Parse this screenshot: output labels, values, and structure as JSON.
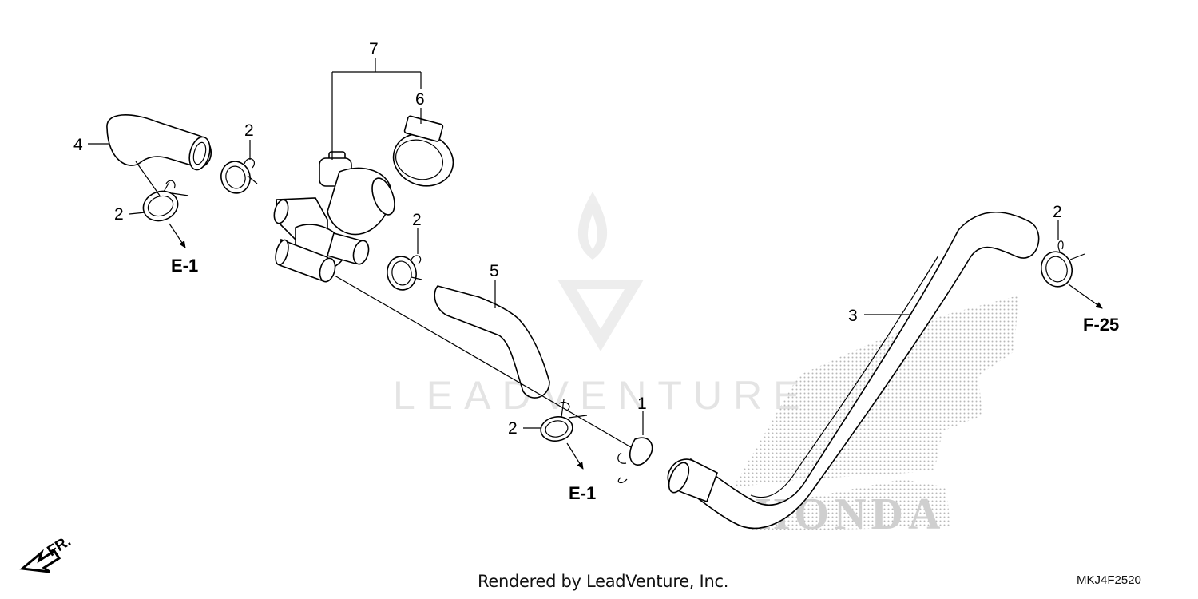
{
  "watermark": {
    "text": "LEADVENTURE"
  },
  "brand_logo": {
    "text": "HONDA"
  },
  "callouts": {
    "p1": "1",
    "p2a": "2",
    "p2b": "2",
    "p2c": "2",
    "p2d": "2",
    "p2e": "2",
    "p3": "3",
    "p4": "4",
    "p5": "5",
    "p6": "6",
    "p7": "7"
  },
  "references": {
    "e1_left": "E-1",
    "e1_bottom": "E-1",
    "f25": "F-25"
  },
  "direction": {
    "label": "FR."
  },
  "footer": {
    "credit": "Rendered by LeadVenture, Inc.",
    "diagram_code": "MKJ4F2520"
  }
}
